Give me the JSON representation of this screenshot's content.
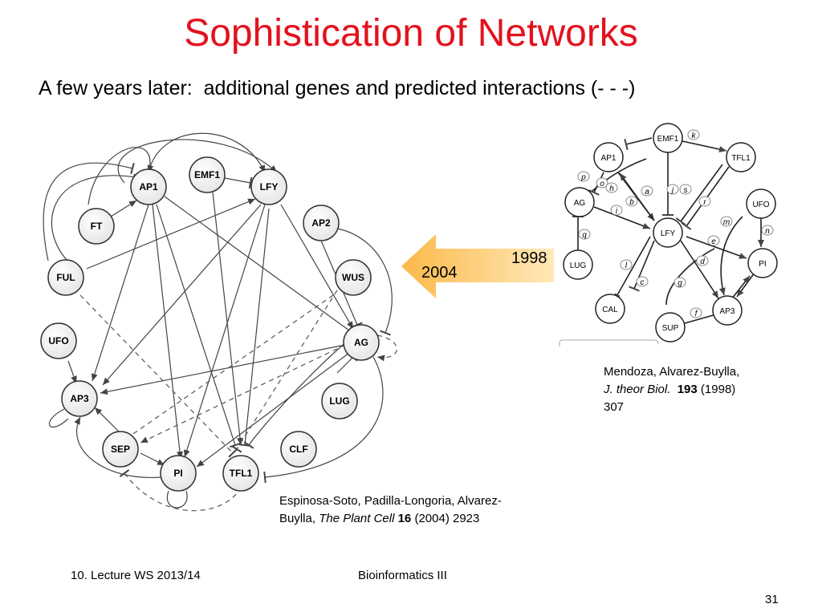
{
  "slide": {
    "title": "Sophistication of Networks",
    "subtitle": "A few years later:  additional genes and predicted interactions (- - -)"
  },
  "network_2004": {
    "nodes": [
      "AP1",
      "EMF1",
      "LFY",
      "FT",
      "AP2",
      "FUL",
      "WUS",
      "UFO",
      "AG",
      "AP3",
      "LUG",
      "SEP",
      "CLF",
      "PI",
      "TFL1"
    ]
  },
  "network_1998": {
    "nodes": [
      "EMF1",
      "AP1",
      "TFL1",
      "AG",
      "UFO",
      "LFY",
      "LUG",
      "PI",
      "CAL",
      "AP3",
      "SUP"
    ],
    "edge_labels": [
      "k",
      "p",
      "o",
      "h",
      "a",
      "j",
      "s",
      "b",
      "r",
      "i",
      "m",
      "n",
      "q",
      "e",
      "l",
      "d",
      "c",
      "g",
      "f"
    ]
  },
  "transition_arrow": {
    "year_old": "1998",
    "year_new": "2004",
    "color": "#fcd27a"
  },
  "citation_2004": {
    "authors": "Espinosa-Soto, Padilla-Longoria,  Alvarez-",
    "authors_cont": "Buylla, ",
    "journal": "The Plant Cell",
    "volume": "16",
    "rest": " (2004) 2923"
  },
  "citation_1998": {
    "authors": "Mendoza,  Alvarez-Buylla,",
    "journal": "J. theor Biol.",
    "volume": "193",
    "year": " (1998)",
    "page": "307"
  },
  "footer": {
    "left": "10. Lecture WS 2013/14",
    "center": "Bioinformatics III",
    "page": "31"
  },
  "colors": {
    "title": "#e3121e",
    "arrow": "#fcd27a"
  }
}
